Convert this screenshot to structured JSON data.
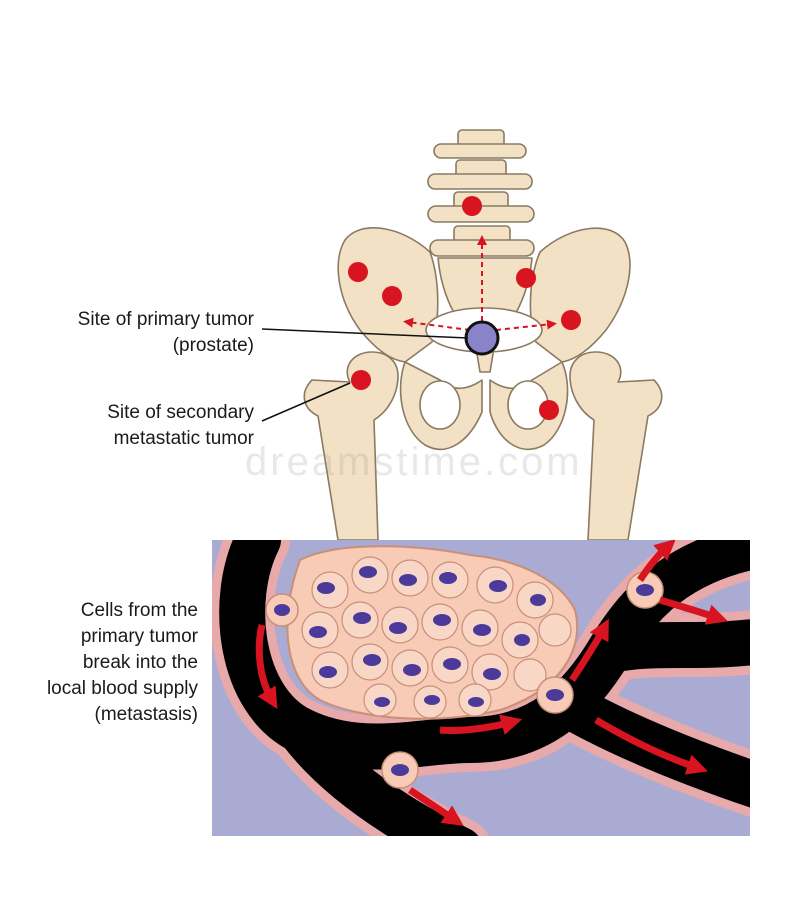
{
  "labels": {
    "primary": [
      "Site of primary tumor",
      "(prostate)"
    ],
    "secondary": [
      "Site of secondary",
      "metastatic tumor"
    ],
    "cells": [
      "Cells from the",
      "primary tumor",
      "break into the",
      "local blood supply",
      "(metastasis)"
    ]
  },
  "watermark": "dreamstime.com",
  "colors": {
    "bone": "#f2e1c4",
    "bone_outline": "#8a7a62",
    "tumor_site": "#d7141f",
    "primary_tumor": "#8b83c9",
    "background_tissue": "#a9abd3",
    "vessel": "#000000",
    "vessel_wall": "#e8a9ab",
    "tumor_cell": "#f7cbb5",
    "nucleus": "#4b3a9a",
    "flow_arrow": "#d7141f"
  }
}
